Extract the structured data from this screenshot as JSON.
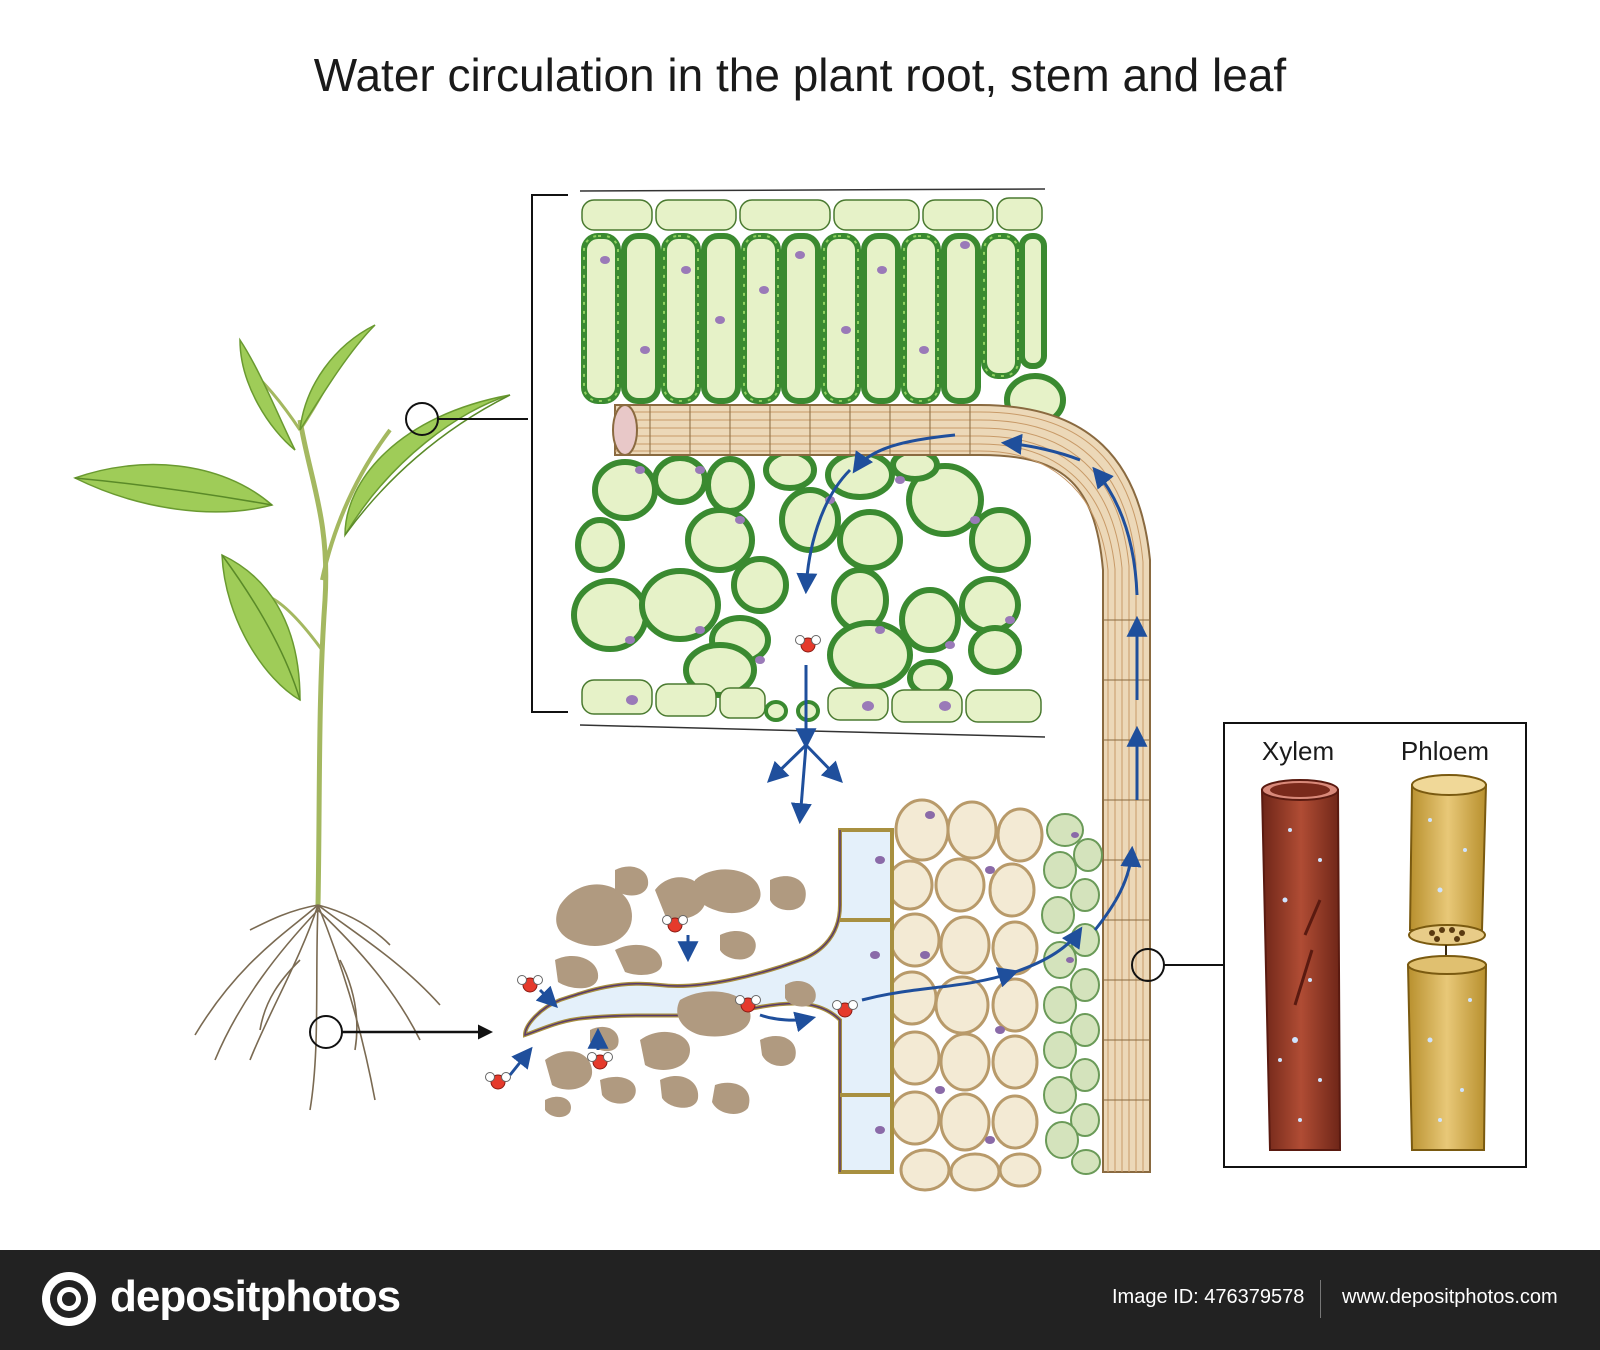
{
  "title": "Water circulation in the plant root, stem and leaf",
  "inset": {
    "xylem_label": "Xylem",
    "phloem_label": "Phloem"
  },
  "footer": {
    "brand": "depositphotos",
    "image_id": "Image ID: 476379578",
    "url": "www.depositphotos.com"
  },
  "colors": {
    "leaf_green": "#8cc43c",
    "chloroplast": "#3a9a3a",
    "cell_fill": "#e6f2c8",
    "xylem_fiber": "#ecd8b8",
    "water_arrow": "#1f4f9c",
    "soil": "#b09a80",
    "root_cortex": "#f3ead4",
    "xylem_tube": "#8c3828",
    "phloem_tube": "#d8b056",
    "footer_bg": "#222222"
  }
}
